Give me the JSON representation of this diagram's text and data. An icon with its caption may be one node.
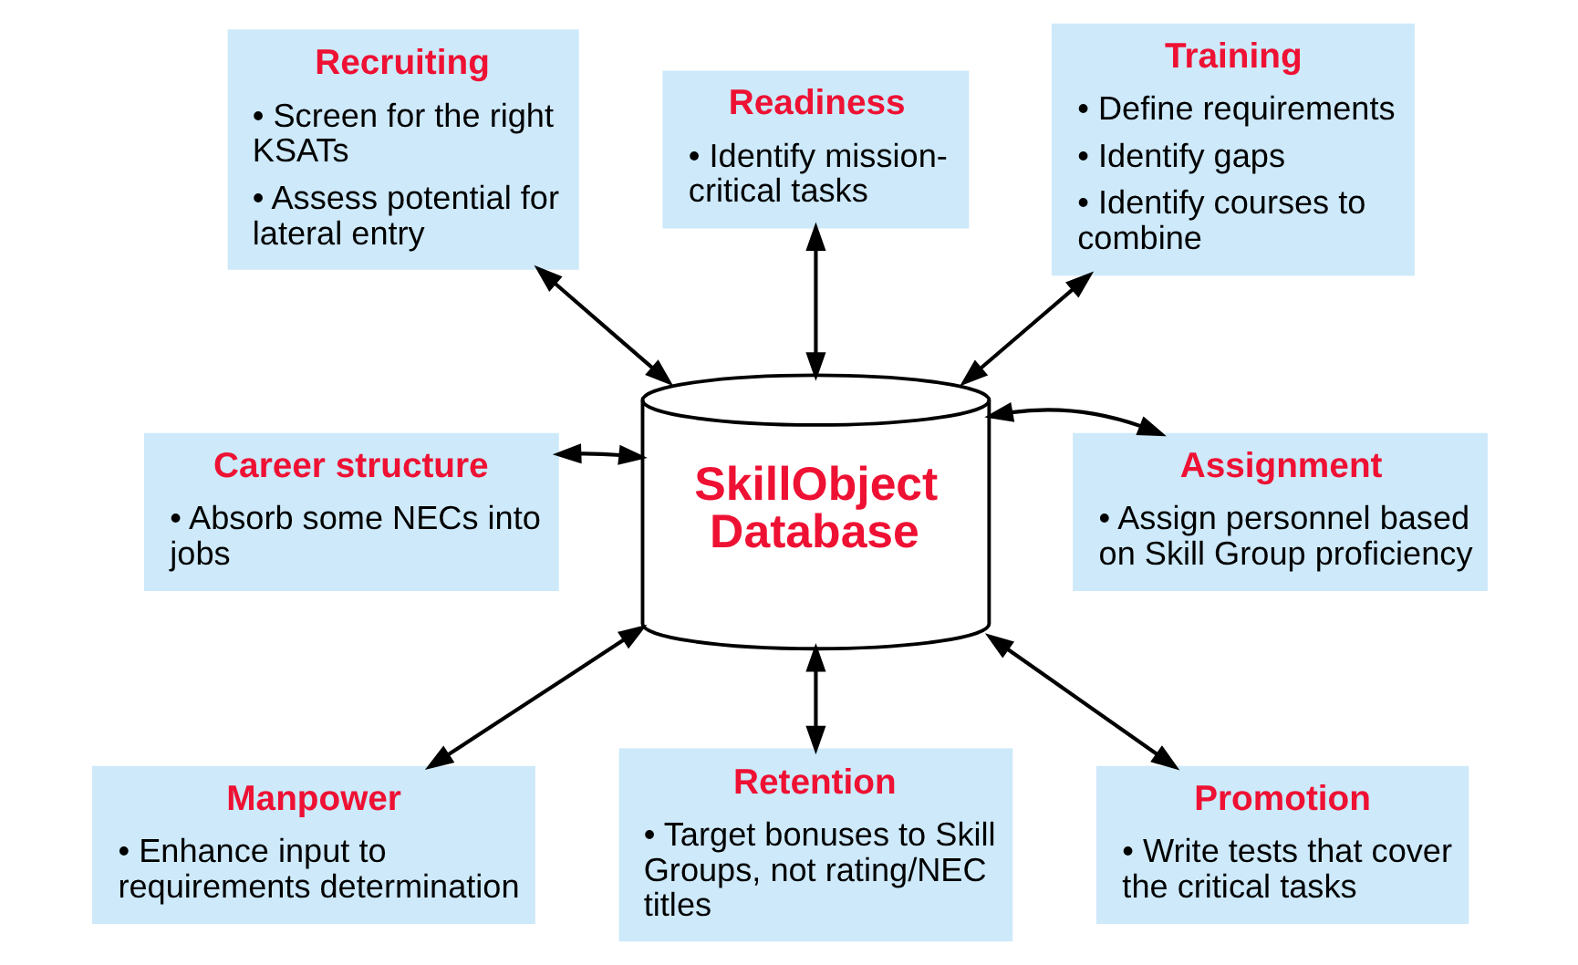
{
  "diagram": {
    "nodes": [
      {
        "text": [
          "Recruiting",
          "• Screen for the right KSATs",
          "• Assess potential for lateral entry"
        ]
      },
      {
        "text": [
          "Readiness",
          "• Identify mission-critical tasks"
        ]
      },
      {
        "text": [
          "Training",
          "• Define requirements",
          "• Identify gaps",
          "• Identify courses to combine"
        ]
      },
      {
        "text": [
          "Career structure",
          "• Absorb some NECs into jobs"
        ]
      },
      {
        "text": [
          "SkillObject Database"
        ]
      },
      {
        "text": [
          "Assignment",
          "• Assign personnel based on Skill Group proficiency"
        ]
      },
      {
        "text": [
          "Manpower",
          "• Enhance input to requirements determination"
        ]
      },
      {
        "text": [
          "Retention",
          "• Target bonuses to Skill Groups, not rating/NEC titles"
        ]
      },
      {
        "text": [
          "Promotion",
          "• Write tests that cover the critical tasks"
        ]
      }
    ],
    "edges": [
      {
        "from": 0,
        "to": 4,
        "arrow": "both"
      },
      {
        "from": 1,
        "to": 4,
        "arrow": "both"
      },
      {
        "from": 2,
        "to": 4,
        "arrow": "both"
      },
      {
        "from": 3,
        "to": 4,
        "arrow": "both"
      },
      {
        "from": 4,
        "to": 5,
        "arrow": "both"
      },
      {
        "from": 4,
        "to": 6,
        "arrow": "both"
      },
      {
        "from": 4,
        "to": 7,
        "arrow": "both"
      },
      {
        "from": 4,
        "to": 8,
        "arrow": "both"
      }
    ]
  }
}
